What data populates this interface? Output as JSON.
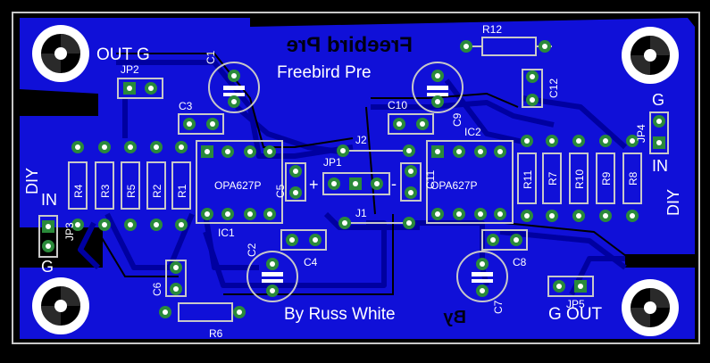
{
  "board": {
    "title_silk": "Freebird Pre",
    "title_copper": "Freebird Pre",
    "credit": "By Russ White",
    "credit_copper": "By"
  },
  "io_labels": {
    "out_g_top": "OUT G",
    "diy_left": "DIY",
    "in_left": "IN",
    "g_left": "G",
    "g_right": "G",
    "in_right": "IN",
    "diy_right": "DIY",
    "g_out_bottom": "G OUT"
  },
  "components": {
    "r12": "R12",
    "c1": "C1",
    "c3": "C3",
    "jp2": "JP2",
    "c10": "C10",
    "c9": "C9",
    "c12": "C12",
    "ic1": "IC1",
    "ic2": "IC2",
    "op1": "OPA627P",
    "op2": "OPA627P",
    "jp1": "JP1",
    "j1": "J1",
    "j2": "J2",
    "j3": "JP3",
    "j4": "JP4",
    "jp5": "JP5",
    "plus": "+",
    "minus": "-",
    "r1": "R1",
    "r2": "R2",
    "r3": "R3",
    "r4": "R4",
    "r5": "R5",
    "r6": "R6",
    "r7": "R7",
    "r8": "R8",
    "r9": "R9",
    "r10": "R10",
    "r11": "R11",
    "c2": "C2",
    "c4": "C4",
    "c5": "C5",
    "c6": "C6",
    "c7": "C7",
    "c8": "C8",
    "c11": "C11"
  },
  "colors": {
    "background": "#000000",
    "copper": "#1010d8",
    "trace": "#0000a0",
    "silk": "#ffffff",
    "pad": "#2a8a3a",
    "outline": "#c8c8c8"
  }
}
